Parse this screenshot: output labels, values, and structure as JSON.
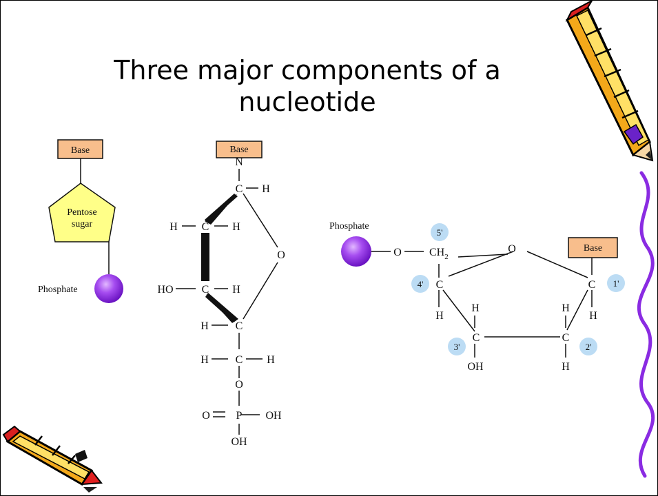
{
  "slide": {
    "title_line1": "Three major components of a",
    "title_line2": "nucleotide"
  },
  "left_diagram": {
    "base": "Base",
    "sugar_line1": "Pentose",
    "sugar_line2": "sugar",
    "phosphate": "Phosphate"
  },
  "middle_diagram": {
    "base": "Base",
    "atoms": {
      "n": "N",
      "c1": "C",
      "h1": "H",
      "h2l": "H",
      "c2": "C",
      "h2r": "H",
      "o_ring": "O",
      "ho3": "HO",
      "c3": "C",
      "h3r": "H",
      "h4l": "H",
      "c4": "C",
      "h5l": "H",
      "c5": "C",
      "h5r": "H",
      "o5": "O",
      "o_dbl": "O",
      "p": "P",
      "oh_r": "OH",
      "oh_b": "OH"
    }
  },
  "right_diagram": {
    "phosphate": "Phosphate",
    "base": "Base",
    "atoms": {
      "o_link": "O",
      "ch2": "CH",
      "ch2_sub": "2",
      "o_ring": "O",
      "c4": "C",
      "h4": "H",
      "c1": "C",
      "h1": "H",
      "c3": "C",
      "h3t": "H",
      "oh3": "OH",
      "c2": "C",
      "h2t": "H",
      "h2b": "H"
    },
    "positions": {
      "p5": "5'",
      "p4": "4'",
      "p1": "1'",
      "p3": "3'",
      "p2": "2'"
    }
  },
  "colors": {
    "base_box": "#f8be8c",
    "sugar": "#ffff88",
    "phosphate": "#9933ee",
    "position_bubble": "#bcdcf4",
    "wave": "#8a2be2",
    "pencil_body": "#f3a81a",
    "pencil_tip": "#e02020"
  }
}
